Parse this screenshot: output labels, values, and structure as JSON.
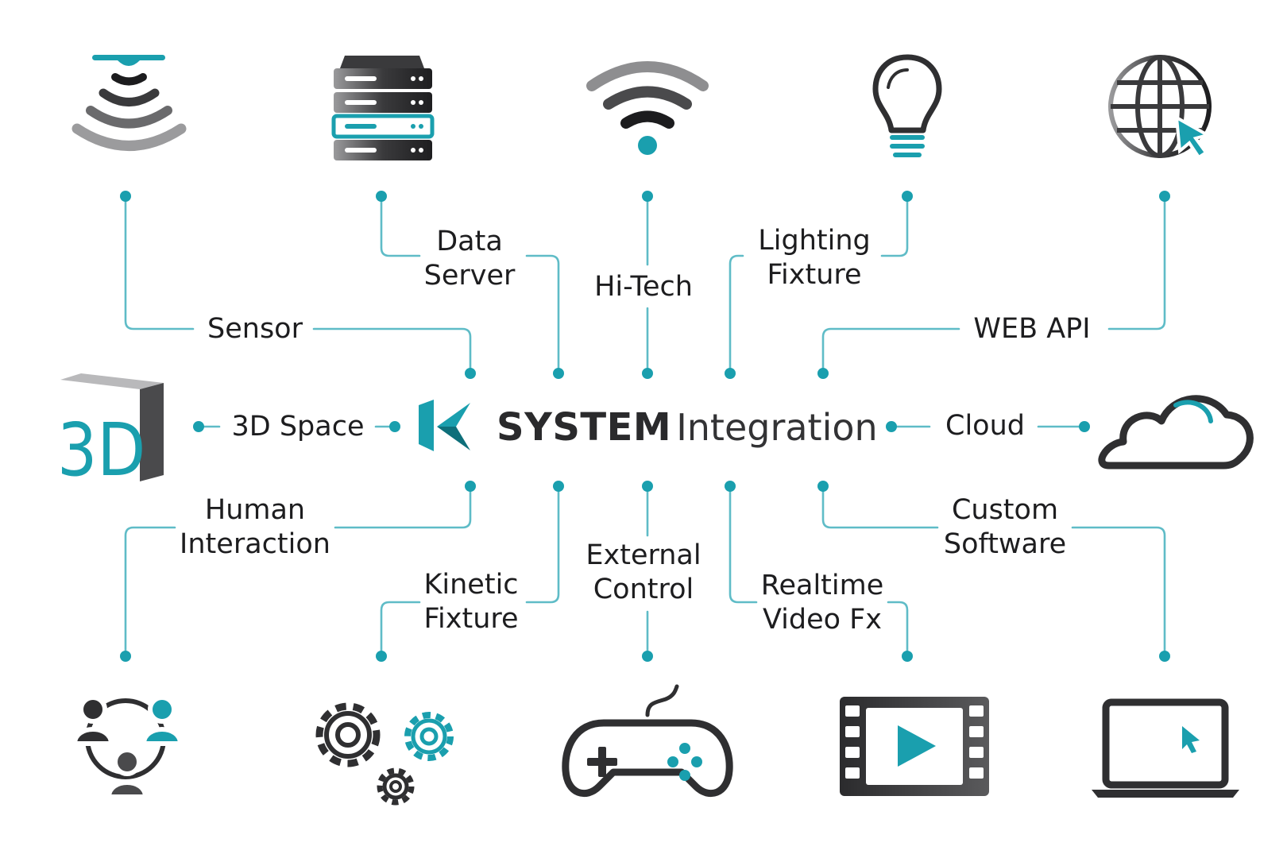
{
  "title": {
    "bold": "SYSTEM",
    "light": "Integration"
  },
  "colors": {
    "accent": "#1a9fae",
    "dark": "#2f2f31",
    "gray": "#8e8e90",
    "line": "#5fbcc7"
  },
  "labels": {
    "sensor": "Sensor",
    "data_server": [
      "Data",
      "Server"
    ],
    "hi_tech": "Hi-Tech",
    "lighting_fixture": [
      "Lighting",
      "Fixture"
    ],
    "web_api": "WEB API",
    "space_3d": "3D Space",
    "cloud": "Cloud",
    "human_interaction": [
      "Human",
      "Interaction"
    ],
    "kinetic_fixture": [
      "Kinetic",
      "Fixture"
    ],
    "external_control": [
      "External",
      "Control"
    ],
    "realtime_video": [
      "Realtime",
      "Video Fx"
    ],
    "custom_software": [
      "Custom",
      "Software"
    ]
  },
  "icons": {
    "sensor": "sensor-waves-icon",
    "server": "server-rack-icon",
    "wifi": "wifi-icon",
    "bulb": "light-bulb-icon",
    "globe": "globe-cursor-icon",
    "cube": "3d-cube-icon",
    "logo": "k-logo-icon",
    "cloud": "cloud-icon",
    "people": "people-network-icon",
    "gears": "gears-icon",
    "gamepad": "gamepad-icon",
    "film": "video-play-icon",
    "laptop": "laptop-cursor-icon"
  }
}
